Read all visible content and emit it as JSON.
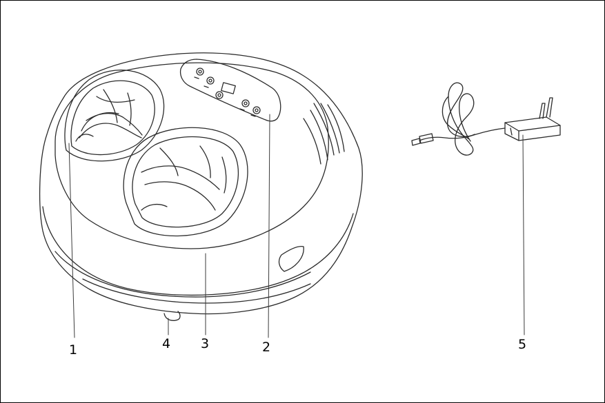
{
  "labels": {
    "inner_massage_chamber": "1",
    "control_panel": "2",
    "main_body": "3",
    "base_foot": "4",
    "power_adapter": "5"
  }
}
